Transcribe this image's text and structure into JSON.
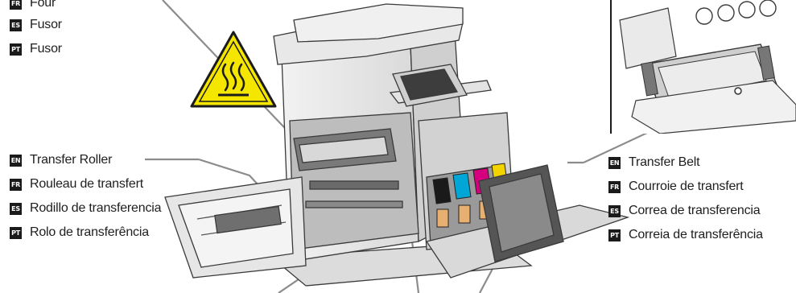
{
  "colors": {
    "badge_bg": "#1b1b1b",
    "warning_yellow": "#f5e600",
    "leader_line": "#8c8c8c",
    "toner_black": "#1a1a1a",
    "toner_cyan": "#00a6d6",
    "toner_magenta": "#d6007f",
    "toner_yellow": "#f4d400"
  },
  "fuser_labels": [
    {
      "lang": "FR",
      "text": "Four"
    },
    {
      "lang": "ES",
      "text": "Fusor"
    },
    {
      "lang": "PT",
      "text": "Fusor"
    }
  ],
  "transfer_roller_labels": [
    {
      "lang": "EN",
      "text": "Transfer Roller"
    },
    {
      "lang": "FR",
      "text": "Rouleau de transfert"
    },
    {
      "lang": "ES",
      "text": "Rodillo de transferencia"
    },
    {
      "lang": "PT",
      "text": "Rolo de transferência"
    }
  ],
  "transfer_belt_labels": [
    {
      "lang": "EN",
      "text": "Transfer Belt"
    },
    {
      "lang": "FR",
      "text": "Courroie de transfert"
    },
    {
      "lang": "ES",
      "text": "Correa de transferencia"
    },
    {
      "lang": "PT",
      "text": "Correia de transferência"
    }
  ],
  "icons": {
    "warning": "hot-surface-warning-icon"
  }
}
